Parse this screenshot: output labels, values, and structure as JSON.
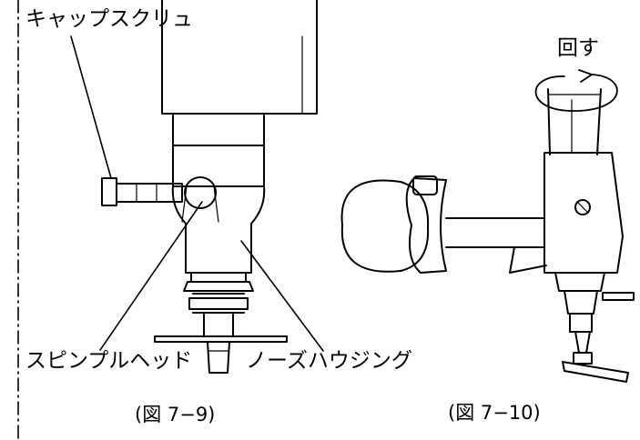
{
  "labels": {
    "cap_screw": "キャップスクリュ",
    "rotate": "回す",
    "spindle_head": "スピンプルヘッド",
    "nose_housing": "ノーズハウジング"
  },
  "captions": {
    "fig_left": "(図 7−9)",
    "fig_right": "(図 7−10)"
  }
}
